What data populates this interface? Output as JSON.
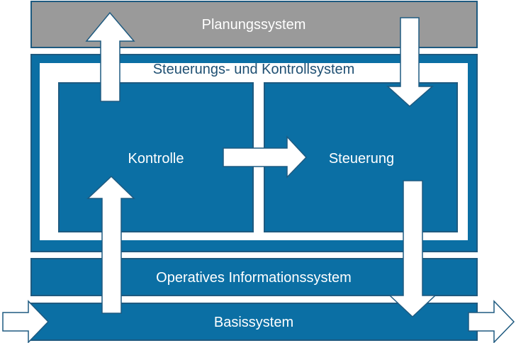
{
  "diagram": {
    "planning": {
      "label": "Planungssystem"
    },
    "control_system": {
      "label": "Steuerungs- und Kontrollsystem"
    },
    "control": {
      "label": "Kontrolle"
    },
    "steering": {
      "label": "Steuerung"
    },
    "operative": {
      "label": "Operatives Informationssystem"
    },
    "base": {
      "label": "Basissystem"
    }
  },
  "colors": {
    "blue": "#0b6fa4",
    "border": "#1e5a80",
    "gray": "#9a9a9a",
    "white": "#ffffff",
    "label_dark": "#1e4f72"
  }
}
